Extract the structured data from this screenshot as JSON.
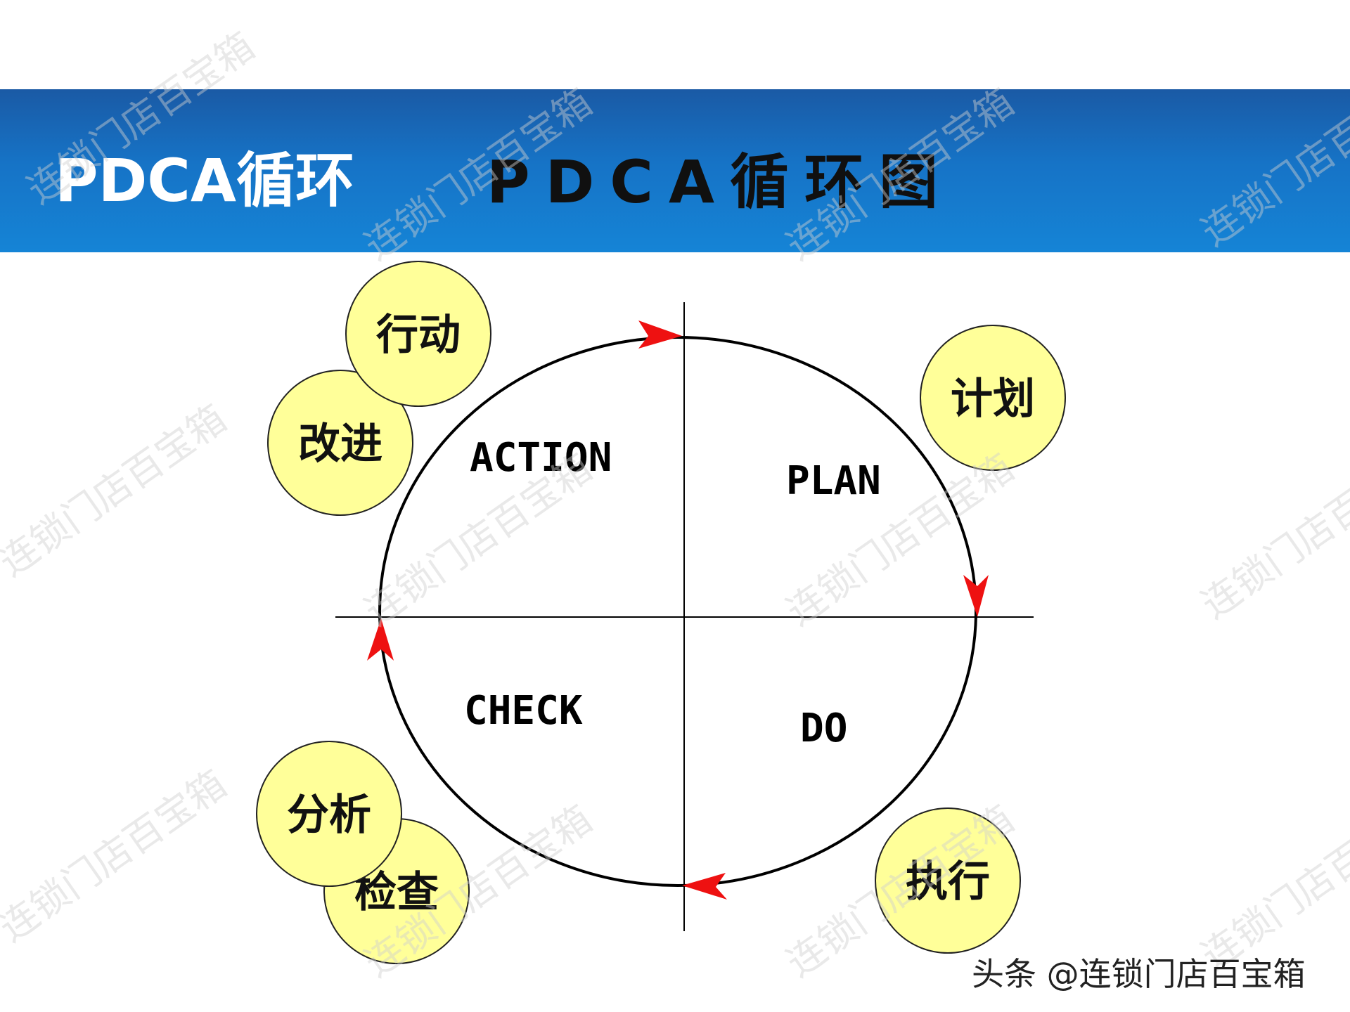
{
  "header": {
    "left_title": "PDCA循环",
    "center_title": "PDCA循环图"
  },
  "quadrants": [
    {
      "key": "action",
      "label": "ACTION"
    },
    {
      "key": "plan",
      "label": "PLAN"
    },
    {
      "key": "check",
      "label": "CHECK"
    },
    {
      "key": "do",
      "label": "DO"
    }
  ],
  "bubbles": [
    {
      "key": "action",
      "label": "行动"
    },
    {
      "key": "improve",
      "label": "改进"
    },
    {
      "key": "plan",
      "label": "计划"
    },
    {
      "key": "check",
      "label": "检查"
    },
    {
      "key": "analyze",
      "label": "分析"
    },
    {
      "key": "execute",
      "label": "执行"
    }
  ],
  "watermark": "连锁门店百宝箱",
  "credit": "头条 @连锁门店百宝箱",
  "colors": {
    "banner": "#1673c6",
    "bubble_fill": "#ffff99",
    "arrow": "#ee1111",
    "cycle_line": "#000000"
  }
}
